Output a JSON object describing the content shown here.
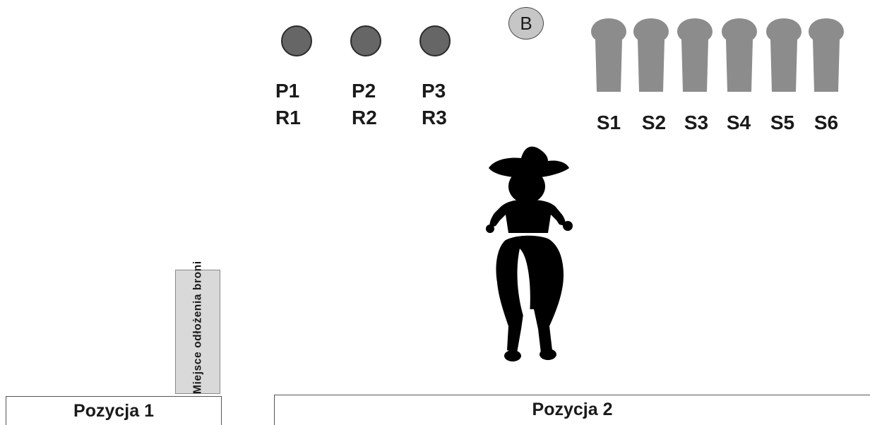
{
  "pistol_targets": [
    {
      "label_top": "P1",
      "label_bottom": "R1"
    },
    {
      "label_top": "P2",
      "label_bottom": "R2"
    },
    {
      "label_top": "P3",
      "label_bottom": "R3"
    }
  ],
  "bonus_target": {
    "label": "B"
  },
  "shotgun_targets": [
    {
      "label": "S1"
    },
    {
      "label": "S2"
    },
    {
      "label": "S3"
    },
    {
      "label": "S4"
    },
    {
      "label": "S5"
    },
    {
      "label": "S6"
    }
  ],
  "weapon_area": {
    "label": "Miejsce odłożenia broni"
  },
  "positions": [
    {
      "label": "Pozycja 1"
    },
    {
      "label": "Pozycja 2"
    }
  ],
  "colors": {
    "plate_fill": "#666666",
    "bonus_fill": "#c6c6c6",
    "silhouette_fill": "#8c8c8c",
    "weapon_box_fill": "#d9d9d9",
    "shooter": "#000000"
  }
}
